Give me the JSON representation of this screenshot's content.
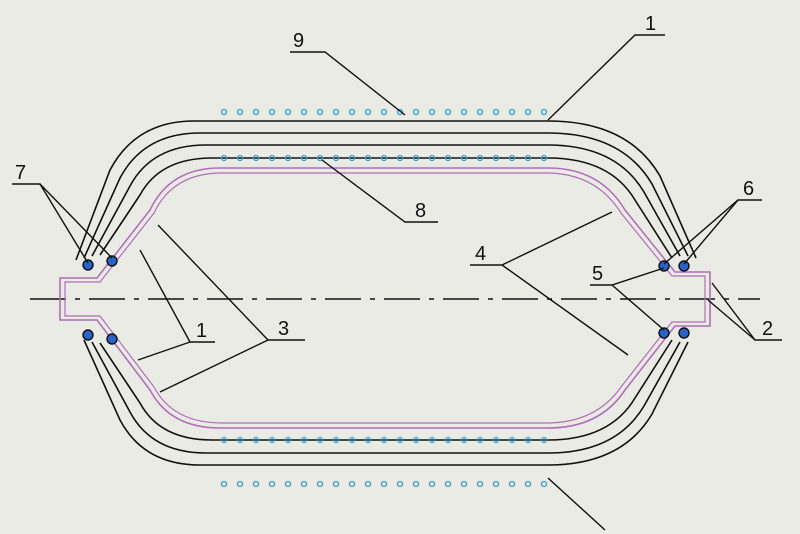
{
  "colors": {
    "background": "#e9ebe4",
    "line": "#111111",
    "liner": "#b070b8",
    "dot": "#3a9fd0",
    "coil": "#2a63c8"
  },
  "labels": {
    "l1_top": "1",
    "l9": "9",
    "l7": "7",
    "l8": "8",
    "l6": "6",
    "l4": "4",
    "l5": "5",
    "l2": "2",
    "l1_left": "1",
    "l3": "3"
  }
}
